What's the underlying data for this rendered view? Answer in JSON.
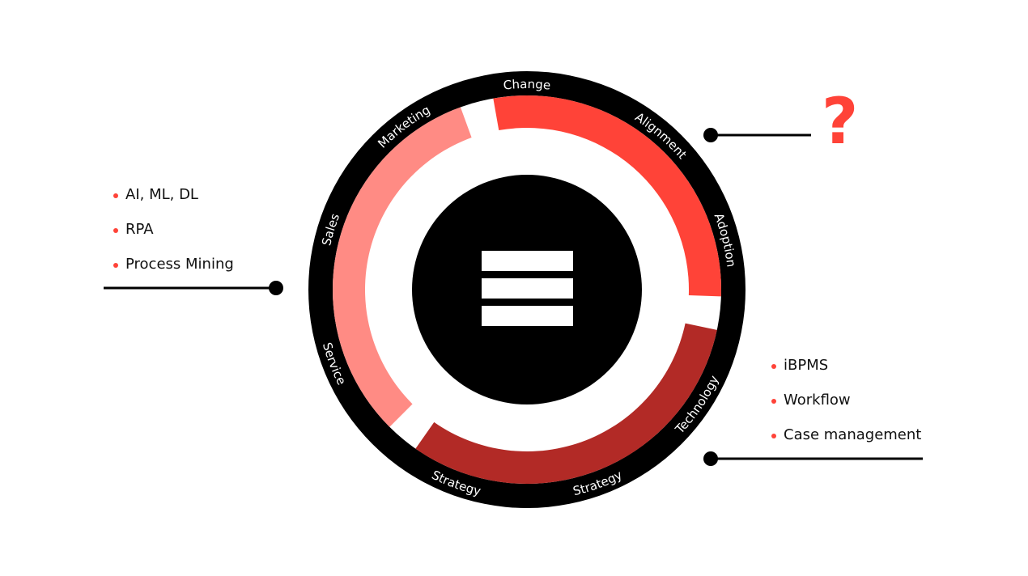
{
  "colors": {
    "ring": "#000000",
    "segment_top_right": "#ff4338",
    "segment_bottom": "#b22a26",
    "segment_left": "#ff8b84",
    "bullet": "#ff4338",
    "question": "#ff4338"
  },
  "ring_labels": [
    {
      "text": "Change",
      "angle": 0,
      "dir": "cw"
    },
    {
      "text": "Alignment",
      "angle": 41,
      "dir": "cw"
    },
    {
      "text": "Adoption",
      "angle": 76,
      "dir": "cw"
    },
    {
      "text": "Technology",
      "angle": 124,
      "dir": "ccw"
    },
    {
      "text": "Strategy",
      "angle": 160,
      "dir": "ccw"
    },
    {
      "text": "Strategy",
      "angle": 200,
      "dir": "ccw"
    },
    {
      "text": "Service",
      "angle": 249,
      "dir": "ccw"
    },
    {
      "text": "Sales",
      "angle": 287,
      "dir": "cw"
    },
    {
      "text": "Marketing",
      "angle": 323,
      "dir": "cw"
    }
  ],
  "segments": [
    {
      "from": -10,
      "to": 92,
      "color": "#ff4338"
    },
    {
      "from": 102,
      "to": 215,
      "color": "#b22a26"
    },
    {
      "from": 225,
      "to": 340,
      "color": "#ff8b84"
    }
  ],
  "center_icon": "menu-bars-icon",
  "left_list": [
    "AI, ML, DL",
    "RPA",
    "Process Mining"
  ],
  "right_list": [
    "iBPMS",
    "Workflow",
    "Case management"
  ],
  "question_mark": "?"
}
